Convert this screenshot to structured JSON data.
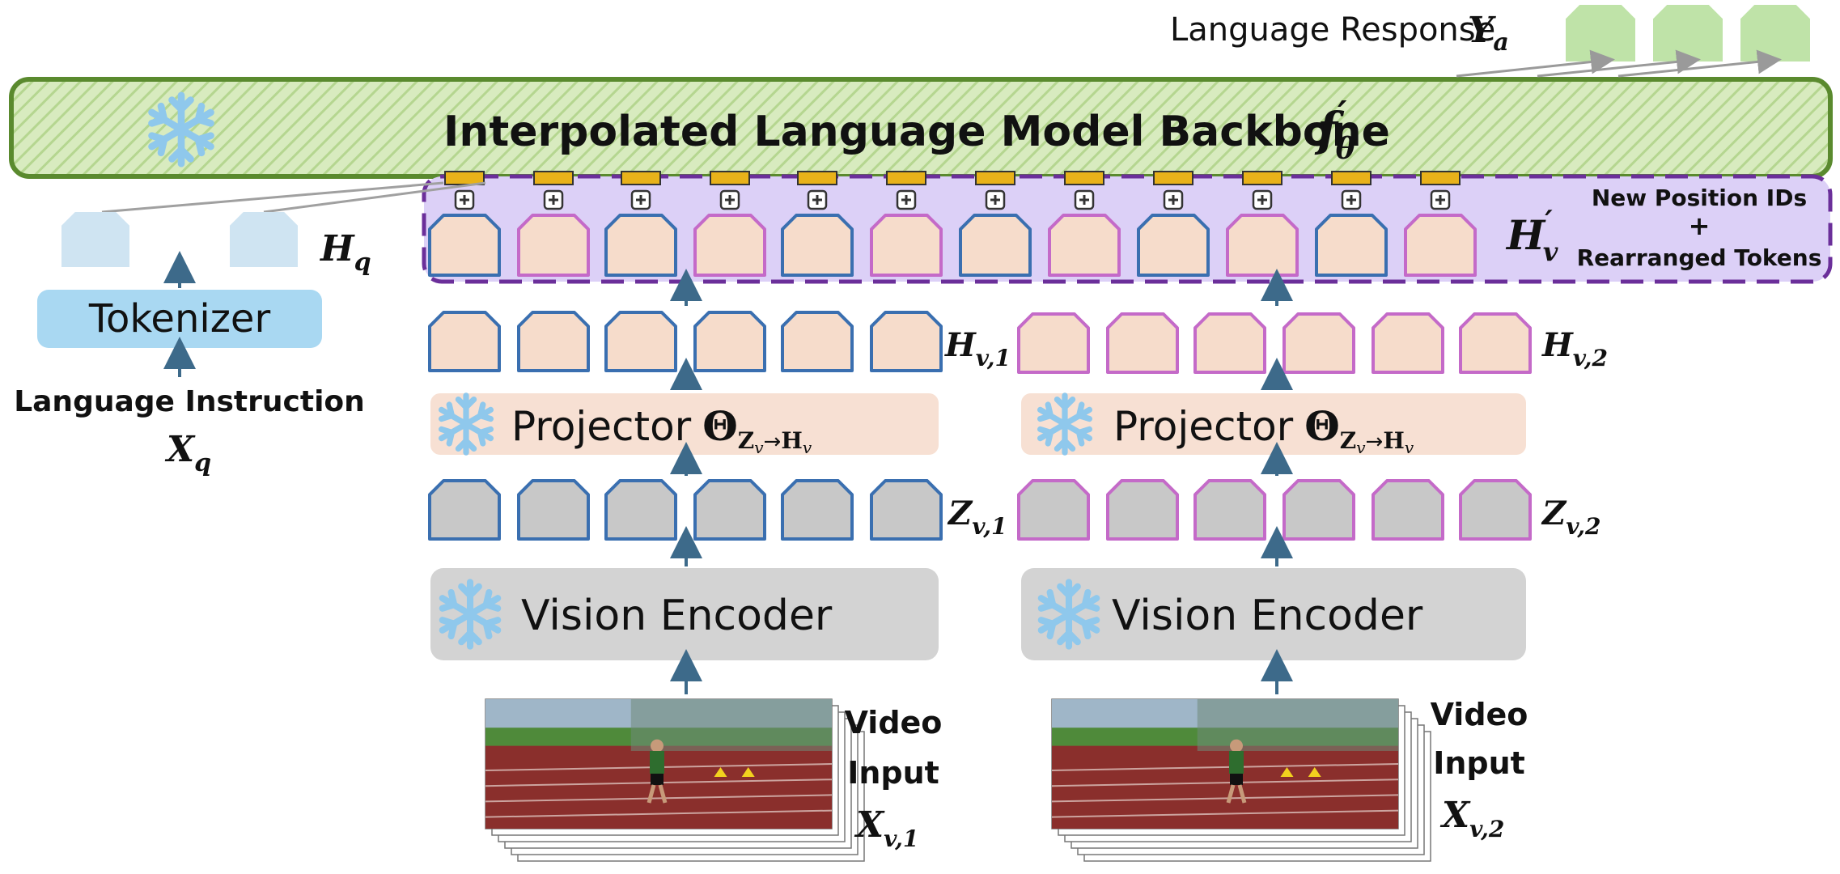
{
  "backbone": {
    "title": "Interpolated Language Model Backbone",
    "symbol": "f",
    "symbol_prime": "′",
    "symbol_sub": "θ"
  },
  "response": {
    "label": "Language Response",
    "symbol": "Y",
    "symbol_sub": "a"
  },
  "h_prime": {
    "symbol": "H",
    "prime": "′",
    "sub": "v"
  },
  "position_note": {
    "line1": "New Position IDs",
    "line2": "+",
    "line3": "Rearranged Tokens"
  },
  "h_q": {
    "symbol": "H",
    "sub": "q"
  },
  "tokenizer": {
    "label": "Tokenizer"
  },
  "instruction": {
    "label": "Language Instruction",
    "symbol": "X",
    "sub": "q"
  },
  "stream1": {
    "h_symbol": "H",
    "h_sub": "v,1",
    "projector_label": "Projector",
    "projector_theta": "Θ",
    "projector_sub": "Z",
    "projector_sub_v": "v",
    "projector_arrow": "→",
    "projector_sub_h": "H",
    "z_symbol": "Z",
    "z_sub": "v,1",
    "encoder_label": "Vision Encoder",
    "video_line1": "Video",
    "video_line2": "Input",
    "video_symbol": "X",
    "video_sub": "v,1"
  },
  "stream2": {
    "h_symbol": "H",
    "h_sub": "v,2",
    "projector_label": "Projector",
    "projector_theta": "Θ",
    "projector_sub": "Z",
    "projector_sub_v": "v",
    "projector_arrow": "→",
    "projector_sub_h": "H",
    "z_symbol": "Z",
    "z_sub": "v,2",
    "encoder_label": "Vision Encoder",
    "video_line1": "Video",
    "video_line2": "Input",
    "video_symbol": "X",
    "video_sub": "v,2"
  },
  "colors": {
    "backbone_fill": "#c9e3a8",
    "backbone_border": "#5a8a2e",
    "rearranged_fill": "#dcd0f7",
    "rearranged_border": "#6b2f9a",
    "position_id": "#e8b21a",
    "token_blue": "#3a6fb0",
    "token_pink": "#c46ac8",
    "token_fill_peach": "#f6dccb",
    "token_fill_grey": "#c8c8c8",
    "response_token": "#bfe3a8",
    "query_token": "#cfe4f2",
    "tokenizer_fill": "#a9d8f2",
    "projector_fill": "#f7e0d3",
    "encoder_fill": "#d3d3d3",
    "snowflake": "#8fc8ec",
    "arrow": "#3d6a8a",
    "track": "#8a2f2c",
    "grass": "#4f8a3a"
  }
}
